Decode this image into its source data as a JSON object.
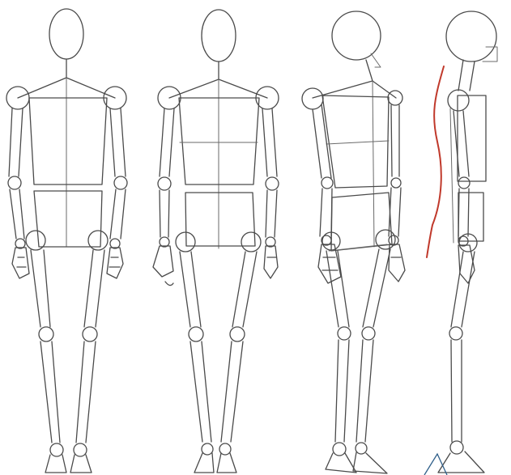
{
  "figures": [
    {
      "view": "front"
    },
    {
      "view": "back"
    },
    {
      "view": "three-quarter"
    },
    {
      "view": "side"
    }
  ],
  "colors": {
    "line": "#4a4a4a",
    "spine_curve": "#c0392b",
    "corner_mark": "#2f5f8a",
    "background": "#ffffff"
  }
}
